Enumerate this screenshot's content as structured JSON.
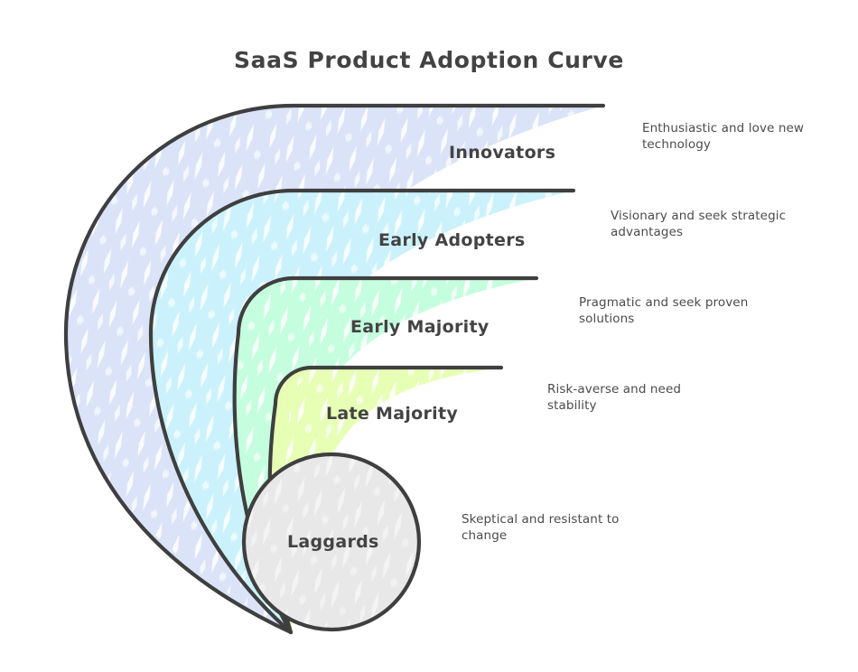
{
  "title": "SaaS Product Adoption Curve",
  "theme": {
    "background": "#ffffff",
    "stroke": "#3f3f3f",
    "text": "#434343",
    "description_text": "#4b4b4b",
    "texture": "#ffffff"
  },
  "chart_data": {
    "type": "diagram",
    "subtype": "nested-arc-spiral",
    "title": "SaaS Product Adoption Curve",
    "legend": "none",
    "segments": [
      {
        "label": "Innovators",
        "description": "Enthusiastic and love new technology",
        "color": "#dae3f8",
        "order": 1
      },
      {
        "label": "Early Adopters",
        "description": "Visionary and seek strategic advantages",
        "color": "#cbf2fc",
        "order": 2
      },
      {
        "label": "Early Majority",
        "description": "Pragmatic and seek proven solutions",
        "color": "#c5fedf",
        "order": 3
      },
      {
        "label": "Late Majority",
        "description": "Risk-averse and need stability",
        "color": "#e7ffb5",
        "order": 4
      },
      {
        "label": "Laggards",
        "description": "Skeptical and resistant to change",
        "color": "#e8e8e8",
        "order": 5
      }
    ]
  }
}
